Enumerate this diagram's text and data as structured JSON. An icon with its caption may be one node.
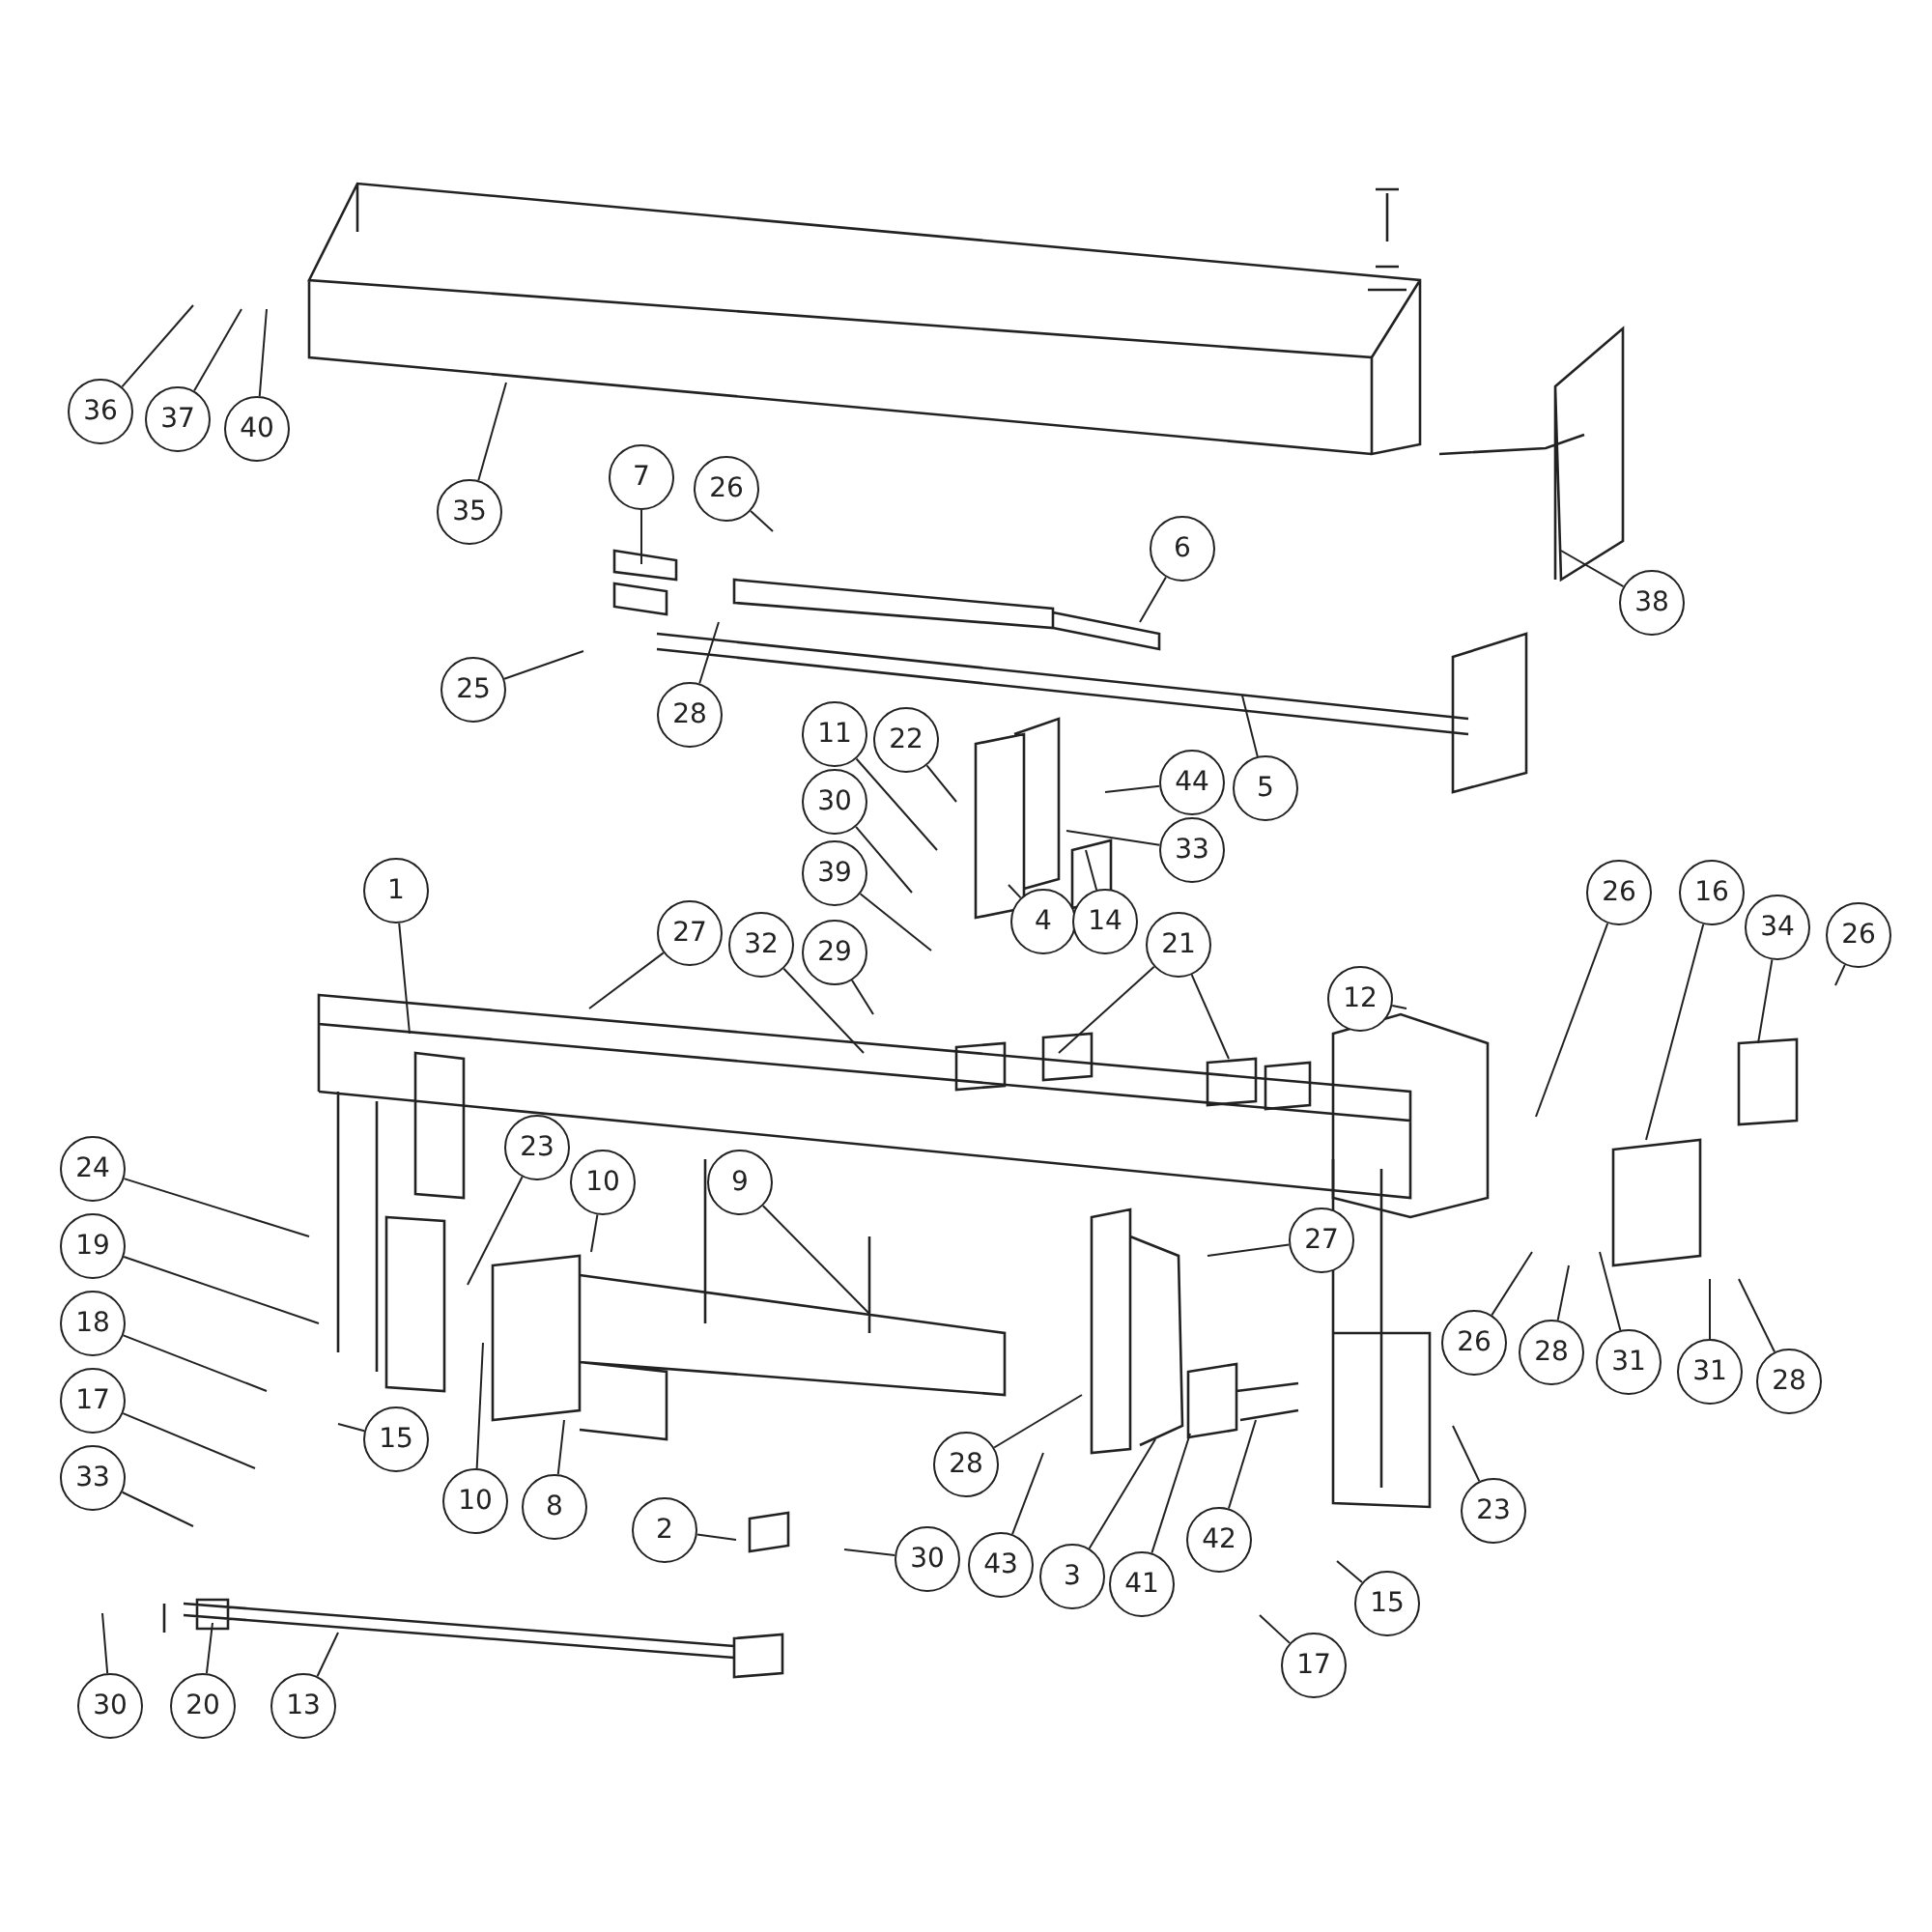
{
  "diagram": {
    "nodes": [
      {
        "text": [
          "36"
        ]
      },
      {
        "text": [
          "37"
        ]
      },
      {
        "text": [
          "40"
        ]
      },
      {
        "text": [
          "35"
        ]
      },
      {
        "text": [
          "7"
        ]
      },
      {
        "text": [
          "26"
        ]
      },
      {
        "text": [
          "6"
        ]
      },
      {
        "text": [
          "38"
        ]
      },
      {
        "text": [
          "25"
        ]
      },
      {
        "text": [
          "28"
        ]
      },
      {
        "text": [
          "11"
        ]
      },
      {
        "text": [
          "22"
        ]
      },
      {
        "text": [
          "30"
        ]
      },
      {
        "text": [
          "39"
        ]
      },
      {
        "text": [
          "44"
        ]
      },
      {
        "text": [
          "5"
        ]
      },
      {
        "text": [
          "33"
        ]
      },
      {
        "text": [
          "1"
        ]
      },
      {
        "text": [
          "27"
        ]
      },
      {
        "text": [
          "32"
        ]
      },
      {
        "text": [
          "29"
        ]
      },
      {
        "text": [
          "4"
        ]
      },
      {
        "text": [
          "14"
        ]
      },
      {
        "text": [
          "21"
        ]
      },
      {
        "text": [
          "12"
        ]
      },
      {
        "text": [
          "26"
        ]
      },
      {
        "text": [
          "16"
        ]
      },
      {
        "text": [
          "34"
        ]
      },
      {
        "text": [
          "26"
        ]
      },
      {
        "text": [
          "24"
        ]
      },
      {
        "text": [
          "19"
        ]
      },
      {
        "text": [
          "18"
        ]
      },
      {
        "text": [
          "17"
        ]
      },
      {
        "text": [
          "33"
        ]
      },
      {
        "text": [
          "23"
        ]
      },
      {
        "text": [
          "10"
        ]
      },
      {
        "text": [
          "9"
        ]
      },
      {
        "text": [
          "15"
        ]
      },
      {
        "text": [
          "10"
        ]
      },
      {
        "text": [
          "8"
        ]
      },
      {
        "text": [
          "2"
        ]
      },
      {
        "text": [
          "30"
        ]
      },
      {
        "text": [
          "27"
        ]
      },
      {
        "text": [
          "26"
        ]
      },
      {
        "text": [
          "28"
        ]
      },
      {
        "text": [
          "31"
        ]
      },
      {
        "text": [
          "31"
        ]
      },
      {
        "text": [
          "28"
        ]
      },
      {
        "text": [
          "28"
        ]
      },
      {
        "text": [
          "43"
        ]
      },
      {
        "text": [
          "3"
        ]
      },
      {
        "text": [
          "41"
        ]
      },
      {
        "text": [
          "42"
        ]
      },
      {
        "text": [
          "23"
        ]
      },
      {
        "text": [
          "15"
        ]
      },
      {
        "text": [
          "17"
        ]
      },
      {
        "text": [
          "30"
        ]
      },
      {
        "text": [
          "20"
        ]
      },
      {
        "text": [
          "13"
        ]
      }
    ],
    "edges": [
      {
        "from": 0,
        "to": null,
        "arrow": "none"
      },
      {
        "from": 1,
        "to": null,
        "arrow": "none"
      },
      {
        "from": 2,
        "to": null,
        "arrow": "none"
      },
      {
        "from": 3,
        "to": null,
        "arrow": "none"
      },
      {
        "from": 4,
        "to": null,
        "arrow": "none"
      },
      {
        "from": 5,
        "to": null,
        "arrow": "none"
      },
      {
        "from": 6,
        "to": null,
        "arrow": "none"
      },
      {
        "from": 7,
        "to": null,
        "arrow": "none"
      },
      {
        "from": 8,
        "to": null,
        "arrow": "none"
      },
      {
        "from": 9,
        "to": null,
        "arrow": "none"
      },
      {
        "from": 10,
        "to": null,
        "arrow": "none"
      },
      {
        "from": 11,
        "to": null,
        "arrow": "none"
      },
      {
        "from": 12,
        "to": null,
        "arrow": "none"
      },
      {
        "from": 13,
        "to": null,
        "arrow": "none"
      },
      {
        "from": 14,
        "to": null,
        "arrow": "none"
      },
      {
        "from": 15,
        "to": null,
        "arrow": "none"
      },
      {
        "from": 16,
        "to": null,
        "arrow": "none"
      },
      {
        "from": 17,
        "to": null,
        "arrow": "none"
      },
      {
        "from": 18,
        "to": null,
        "arrow": "none"
      },
      {
        "from": 19,
        "to": null,
        "arrow": "none"
      },
      {
        "from": 20,
        "to": null,
        "arrow": "none"
      },
      {
        "from": 21,
        "to": null,
        "arrow": "none"
      },
      {
        "from": 22,
        "to": null,
        "arrow": "none"
      },
      {
        "from": 23,
        "to": null,
        "arrow": "none"
      },
      {
        "from": 23,
        "to": null,
        "arrow": "none"
      },
      {
        "from": 24,
        "to": null,
        "arrow": "none"
      },
      {
        "from": 25,
        "to": null,
        "arrow": "none"
      },
      {
        "from": 26,
        "to": null,
        "arrow": "none"
      },
      {
        "from": 27,
        "to": null,
        "arrow": "none"
      },
      {
        "from": 28,
        "to": null,
        "arrow": "none"
      },
      {
        "from": 29,
        "to": null,
        "arrow": "none"
      },
      {
        "from": 30,
        "to": null,
        "arrow": "none"
      },
      {
        "from": 31,
        "to": null,
        "arrow": "none"
      },
      {
        "from": 32,
        "to": null,
        "arrow": "none"
      },
      {
        "from": 33,
        "to": null,
        "arrow": "none"
      },
      {
        "from": 34,
        "to": null,
        "arrow": "none"
      },
      {
        "from": 35,
        "to": null,
        "arrow": "none"
      },
      {
        "from": 36,
        "to": null,
        "arrow": "none"
      },
      {
        "from": 37,
        "to": null,
        "arrow": "none"
      },
      {
        "from": 38,
        "to": null,
        "arrow": "none"
      },
      {
        "from": 39,
        "to": null,
        "arrow": "none"
      },
      {
        "from": 40,
        "to": null,
        "arrow": "none"
      },
      {
        "from": 41,
        "to": null,
        "arrow": "none"
      },
      {
        "from": 42,
        "to": null,
        "arrow": "none"
      },
      {
        "from": 43,
        "to": null,
        "arrow": "none"
      },
      {
        "from": 44,
        "to": null,
        "arrow": "none"
      },
      {
        "from": 45,
        "to": null,
        "arrow": "none"
      },
      {
        "from": 46,
        "to": null,
        "arrow": "none"
      },
      {
        "from": 47,
        "to": null,
        "arrow": "none"
      },
      {
        "from": 48,
        "to": null,
        "arrow": "none"
      },
      {
        "from": 49,
        "to": null,
        "arrow": "none"
      },
      {
        "from": 50,
        "to": null,
        "arrow": "none"
      },
      {
        "from": 51,
        "to": null,
        "arrow": "none"
      },
      {
        "from": 52,
        "to": null,
        "arrow": "none"
      },
      {
        "from": 53,
        "to": null,
        "arrow": "none"
      },
      {
        "from": 54,
        "to": null,
        "arrow": "none"
      },
      {
        "from": 55,
        "to": null,
        "arrow": "none"
      },
      {
        "from": 56,
        "to": null,
        "arrow": "none"
      },
      {
        "from": 57,
        "to": null,
        "arrow": "none"
      },
      {
        "from": 58,
        "to": null,
        "arrow": "none"
      }
    ]
  }
}
